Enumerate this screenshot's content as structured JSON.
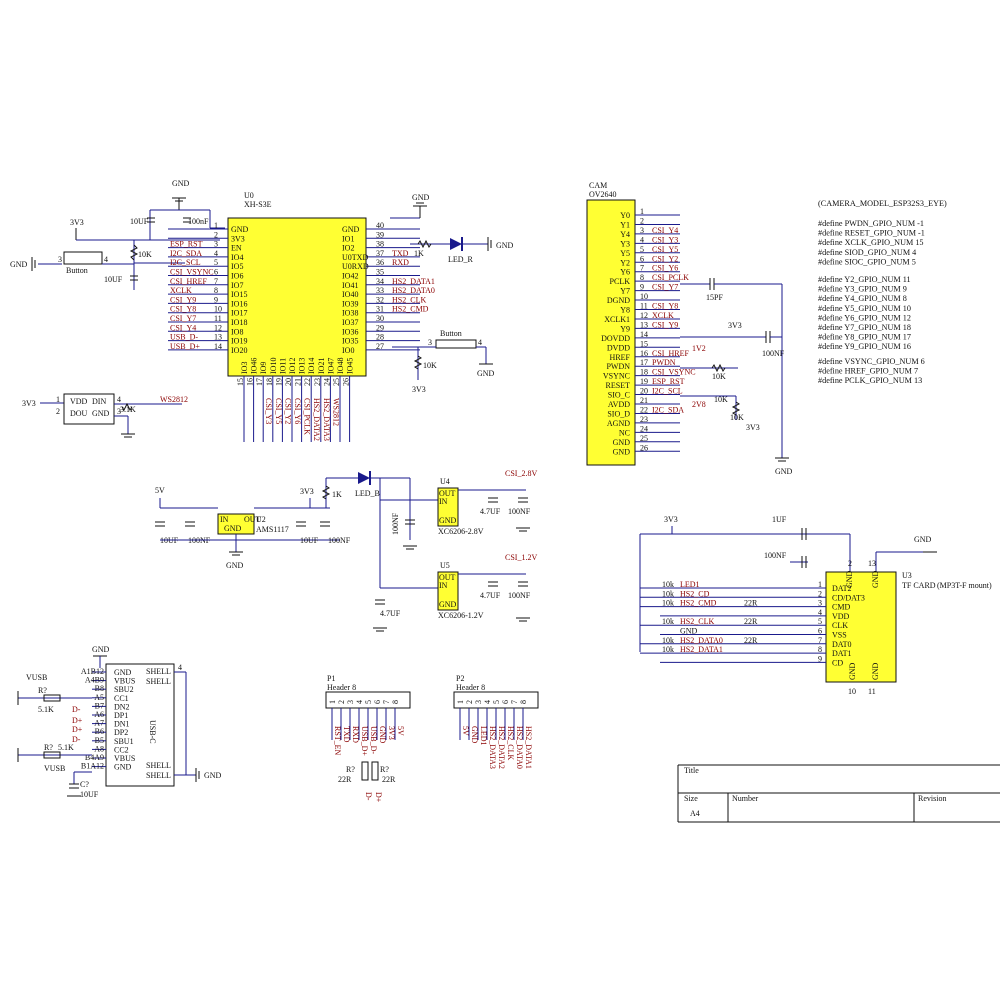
{
  "page": {
    "title": ""
  },
  "mcu": {
    "ref": "U0",
    "part": "XH-S3E",
    "left_pins": [
      {
        "num": "1",
        "name": "GND",
        "net": ""
      },
      {
        "num": "2",
        "name": "3V3",
        "net": ""
      },
      {
        "num": "3",
        "name": "EN",
        "net": "ESP_RST"
      },
      {
        "num": "4",
        "name": "IO4",
        "net": "I2C_SDA"
      },
      {
        "num": "5",
        "name": "IO5",
        "net": "I2C_SCL"
      },
      {
        "num": "6",
        "name": "IO6",
        "net": "CSI_VSYNC"
      },
      {
        "num": "7",
        "name": "IO7",
        "net": "CSI_HREF"
      },
      {
        "num": "8",
        "name": "IO15",
        "net": "XCLK"
      },
      {
        "num": "9",
        "name": "IO16",
        "net": "CSI_Y9"
      },
      {
        "num": "10",
        "name": "IO17",
        "net": "CSI_Y8"
      },
      {
        "num": "11",
        "name": "IO18",
        "net": "CSI_Y7"
      },
      {
        "num": "12",
        "name": "IO8",
        "net": "CSI_Y4"
      },
      {
        "num": "13",
        "name": "IO19",
        "net": "USB_D-"
      },
      {
        "num": "14",
        "name": "IO20",
        "net": "USB_D+"
      }
    ],
    "right_pins": [
      {
        "num": "40",
        "name": "GND",
        "net": ""
      },
      {
        "num": "39",
        "name": "IO1",
        "net": ""
      },
      {
        "num": "38",
        "name": "IO2",
        "net": ""
      },
      {
        "num": "37",
        "name": "U0TXD",
        "net": "TXD"
      },
      {
        "num": "36",
        "name": "U0RXD",
        "net": "RXD"
      },
      {
        "num": "35",
        "name": "IO42",
        "net": ""
      },
      {
        "num": "34",
        "name": "IO41",
        "net": "HS2_DATA1"
      },
      {
        "num": "33",
        "name": "IO40",
        "net": "HS2_DATA0"
      },
      {
        "num": "32",
        "name": "IO39",
        "net": "HS2_CLK"
      },
      {
        "num": "31",
        "name": "IO38",
        "net": "HS2_CMD"
      },
      {
        "num": "30",
        "name": "IO37",
        "net": ""
      },
      {
        "num": "29",
        "name": "IO36",
        "net": ""
      },
      {
        "num": "28",
        "name": "IO35",
        "net": ""
      },
      {
        "num": "27",
        "name": "IO0",
        "net": ""
      }
    ],
    "bottom_pins": [
      {
        "num": "15",
        "name": "IO3",
        "net": ""
      },
      {
        "num": "16",
        "name": "IO46",
        "net": ""
      },
      {
        "num": "17",
        "name": "IO9",
        "net": "CSI_Y3"
      },
      {
        "num": "18",
        "name": "IO10",
        "net": "CSI_Y5"
      },
      {
        "num": "19",
        "name": "IO11",
        "net": "CSI_Y2"
      },
      {
        "num": "20",
        "name": "IO12",
        "net": "CSI_Y6"
      },
      {
        "num": "21",
        "name": "IO13",
        "net": "CSI_PCLK"
      },
      {
        "num": "22",
        "name": "IO14",
        "net": "HS2_DATA2"
      },
      {
        "num": "23",
        "name": "IO21",
        "net": "HS2_DATA3"
      },
      {
        "num": "24",
        "name": "IO47",
        "net": "WS2812"
      },
      {
        "num": "25",
        "name": "IO48",
        "net": ""
      },
      {
        "num": "26",
        "name": "IO45",
        "net": ""
      }
    ]
  },
  "reset": {
    "vcc": "3V3",
    "gnd": "GND",
    "cap_top": "10UF",
    "cap_top2": "100nF",
    "res": "10K",
    "cap_bottom": "10UF",
    "button": "Button",
    "pin3": "3",
    "pin4": "4"
  },
  "led_r": {
    "res": "1K",
    "label": "LED_R",
    "gnd": "GND"
  },
  "boot": {
    "button": "Button",
    "pin3": "3",
    "pin4": "4",
    "res": "10K",
    "vcc": "3V3",
    "gnd": "GND"
  },
  "ws2812": {
    "vcc": "3V3",
    "pins": [
      "1",
      "2",
      "3",
      "4"
    ],
    "labels": [
      "VDD",
      "DIN",
      "DOU",
      "GND"
    ],
    "res": "3.1K",
    "net": "WS2812"
  },
  "power": {
    "in": "5V",
    "c1": "10UF",
    "c2": "100NF",
    "reg_label": "AMS1117",
    "reg_ref": "U2",
    "reg_in": "IN",
    "reg_gnd": "GND",
    "reg_out": "OUT",
    "out": "3V3",
    "c3": "10UF",
    "c4": "100NF",
    "gnd": "GND",
    "led_res": "1K",
    "led": "LED_B",
    "led_cap": "100NF",
    "u4": {
      "ref": "U4",
      "part": "XC6206-2.8V",
      "out_net": "CSI_2.8V",
      "c1": "4.7UF",
      "c2": "100NF",
      "pins": [
        "OUT",
        "IN",
        "GND"
      ]
    },
    "u5": {
      "ref": "U5",
      "part": "XC6206-1.2V",
      "out_net": "CSI_1.2V",
      "c1": "4.7UF",
      "c2": "100NF",
      "cap_left": "4.7UF",
      "pins": [
        "OUT",
        "IN",
        "GND"
      ]
    }
  },
  "cam": {
    "ref": "CAM",
    "part": "OV2640",
    "pins": [
      {
        "num": "1",
        "name": "Y0",
        "net": ""
      },
      {
        "num": "2",
        "name": "Y1",
        "net": ""
      },
      {
        "num": "3",
        "name": "Y4",
        "net": "CSI_Y4"
      },
      {
        "num": "4",
        "name": "Y3",
        "net": "CSI_Y3"
      },
      {
        "num": "5",
        "name": "Y5",
        "net": "CSI_Y5"
      },
      {
        "num": "6",
        "name": "Y2",
        "net": "CSI_Y2"
      },
      {
        "num": "7",
        "name": "Y6",
        "net": "CSI_Y6"
      },
      {
        "num": "8",
        "name": "PCLK",
        "net": "CSI_PCLK"
      },
      {
        "num": "9",
        "name": "Y7",
        "net": "CSI_Y7"
      },
      {
        "num": "10",
        "name": "DGND",
        "net": ""
      },
      {
        "num": "11",
        "name": "Y8",
        "net": "CSI_Y8"
      },
      {
        "num": "12",
        "name": "XCLK1",
        "net": "XCLK"
      },
      {
        "num": "13",
        "name": "Y9",
        "net": "CSI_Y9"
      },
      {
        "num": "14",
        "name": "DOVDD",
        "net": "3V3"
      },
      {
        "num": "15",
        "name": "DVDD",
        "net": ""
      },
      {
        "num": "16",
        "name": "HREF",
        "net": "CSI_HREF"
      },
      {
        "num": "17",
        "name": "PWDN",
        "net": "PWDN"
      },
      {
        "num": "18",
        "name": "VSYNC",
        "net": "CSI_VSYNC"
      },
      {
        "num": "19",
        "name": "RESET",
        "net": "ESP_RST"
      },
      {
        "num": "20",
        "name": "SIO_C",
        "net": "I2C_SCL"
      },
      {
        "num": "21",
        "name": "AVDD",
        "net": ""
      },
      {
        "num": "22",
        "name": "SIO_D",
        "net": "I2C_SDA"
      },
      {
        "num": "23",
        "name": "AGND",
        "net": ""
      },
      {
        "num": "24",
        "name": "NC",
        "net": ""
      },
      {
        "num": "25",
        "name": "GND",
        "net": ""
      },
      {
        "num": "26",
        "name": "GND",
        "net": ""
      }
    ],
    "cap_pclk": "15PF",
    "vcc": "3V3",
    "cap_dovdd": "100NF",
    "dvdd_net": "1V2",
    "pwdn_res": "10K",
    "avdd_net": "2V8",
    "sio_res": "10K",
    "vcc2": "3V3",
    "gnd": "GND"
  },
  "defines": {
    "model": "(CAMERA_MODEL_ESP32S3_EYE)",
    "group1": [
      "#define PWDN_GPIO_NUM -1",
      "#define RESET_GPIO_NUM -1",
      "#define XCLK_GPIO_NUM 15",
      "#define SIOD_GPIO_NUM 4",
      "#define SIOC_GPIO_NUM 5"
    ],
    "group2": [
      "#define Y2_GPIO_NUM 11",
      "#define Y3_GPIO_NUM 9",
      "#define Y4_GPIO_NUM 8",
      "#define Y5_GPIO_NUM 10",
      "#define Y6_GPIO_NUM 12",
      "#define Y7_GPIO_NUM 18",
      "#define Y8_GPIO_NUM 17",
      "#define Y9_GPIO_NUM 16"
    ],
    "group3": [
      "#define VSYNC_GPIO_NUM 6",
      "#define HREF_GPIO_NUM 7",
      "#define PCLK_GPIO_NUM 13"
    ]
  },
  "tf": {
    "ref": "U3",
    "part": "TF CARD",
    "note": "(MP3T-F mount)",
    "vcc": "3V3",
    "cap1": "1UF",
    "cap2": "100NF",
    "gnd": "GND",
    "pins_left": [
      {
        "num": "1",
        "name": "DAT2",
        "net": "LED1",
        "res": "10k"
      },
      {
        "num": "2",
        "name": "CD/DAT3",
        "net": "HS2_CD",
        "res": "10k"
      },
      {
        "num": "3",
        "name": "CMD",
        "net": "HS2_CMD",
        "res": "10k",
        "series": "22R"
      },
      {
        "num": "4",
        "name": "VDD",
        "net": "",
        "res": ""
      },
      {
        "num": "5",
        "name": "CLK",
        "net": "HS2_CLK",
        "res": "10k",
        "series": "22R"
      },
      {
        "num": "6",
        "name": "VSS",
        "net": "GND",
        "res": ""
      },
      {
        "num": "7",
        "name": "DAT0",
        "net": "HS2_DATA0",
        "res": "10k",
        "series": "22R"
      },
      {
        "num": "8",
        "name": "DAT1",
        "net": "HS2_DATA1",
        "res": "10k"
      },
      {
        "num": "9",
        "name": "CD",
        "net": "",
        "res": ""
      }
    ],
    "top_pins": [
      "2",
      "13"
    ],
    "top_labels": [
      "GND",
      "GND"
    ],
    "bottom_pins": [
      "10",
      "11"
    ],
    "bottom_labels": [
      "GND",
      "GND"
    ]
  },
  "usb": {
    "gnd": "GND",
    "gnd2": "GND",
    "shell_pin": "4",
    "left_pins": [
      "A1B12",
      "A4B9",
      "B8",
      "A5",
      "B7",
      "A6",
      "A7",
      "B6",
      "B5",
      "A8",
      "B4A9",
      "B1A12"
    ],
    "left_names": [
      "GND",
      "VBUS",
      "SBU2",
      "CC1",
      "DN2",
      "DP1",
      "DN1",
      "DP2",
      "SBU1",
      "CC2",
      "VBUS",
      "GND"
    ],
    "right_names": [
      "SHELL",
      "SHELL",
      "SHELL",
      "SHELL"
    ],
    "side_label": "USB-C",
    "vusb": "VUSB",
    "r1": "R?",
    "r1_val": "5.1K",
    "r2": "R?",
    "r2_val": "5.1K",
    "cap": "C?",
    "cap_val": "10UF",
    "dm": "D-",
    "dp": "D+",
    "dm2": "D-",
    "dp2": "D+"
  },
  "header_p1": {
    "ref": "P1",
    "name": "Header 8",
    "pins": [
      "1",
      "2",
      "3",
      "4",
      "5",
      "6",
      "7",
      "8"
    ],
    "nets": [
      "RST_EN",
      "TXD",
      "RXD",
      "USB_D+",
      "USB_D-",
      "GND",
      "3V3",
      "5V"
    ],
    "r1": "R?",
    "r1_val": "22R",
    "r2": "R?",
    "r2_val": "22R",
    "d1": "D-",
    "d2": "D+"
  },
  "header_p2": {
    "ref": "P2",
    "name": "Header 8",
    "pins": [
      "1",
      "2",
      "3",
      "4",
      "5",
      "6",
      "7",
      "8"
    ],
    "nets": [
      "5V",
      "GND",
      "LED1",
      "HS2_DATA3",
      "HS2_DATA2",
      "HS2_CLK",
      "HS2_DATA0",
      "HS2_DATA1"
    ]
  },
  "titleblock": {
    "title": "Title",
    "size": "Size",
    "size_val": "A4",
    "number": "Number",
    "revision": "Revision"
  }
}
